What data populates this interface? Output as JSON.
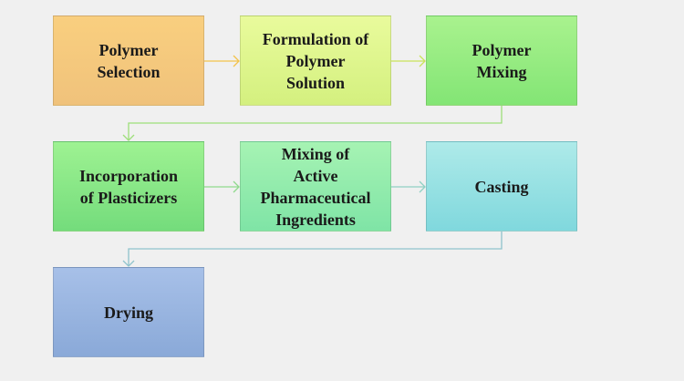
{
  "steps": [
    {
      "id": "polymer-selection",
      "label": "Polymer\nSelection"
    },
    {
      "id": "formulation-of-polymer-solution",
      "label": "Formulation of\nPolymer\nSolution"
    },
    {
      "id": "polymer-mixing",
      "label": "Polymer\nMixing"
    },
    {
      "id": "incorporation-of-plasticizers",
      "label": "Incorporation\nof Plasticizers"
    },
    {
      "id": "mixing-of-active-pharmaceutical-ingredients",
      "label": "Mixing of\nActive\nPharmaceutical\nIngredients"
    },
    {
      "id": "casting",
      "label": "Casting"
    },
    {
      "id": "drying",
      "label": "Drying"
    }
  ],
  "colors": {
    "arrow_row1": "#f2c24a",
    "arrow_row2": "#8fd98c",
    "arrow_wrap1": "#9ddf7a",
    "arrow_wrap2": "#8fc3cc"
  }
}
